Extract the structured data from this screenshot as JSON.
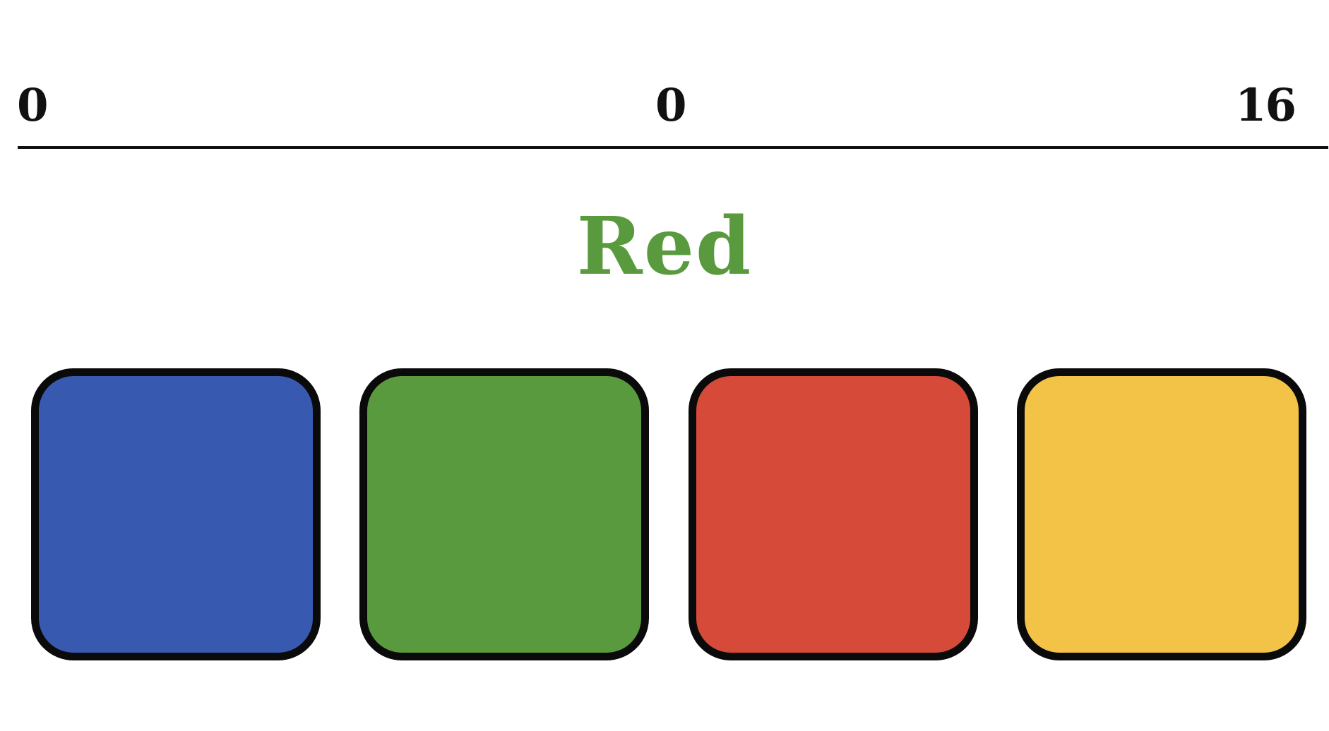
{
  "scoreboard": {
    "left": "0",
    "center": "0",
    "right": "16"
  },
  "prompt": {
    "word": "Red",
    "ink_color": "#5a9a3e"
  },
  "tiles": [
    {
      "color_name": "blue",
      "fill": "#3759b0"
    },
    {
      "color_name": "green",
      "fill": "#5a9a3e"
    },
    {
      "color_name": "red",
      "fill": "#d64a3a"
    },
    {
      "color_name": "yellow",
      "fill": "#f3c348"
    }
  ]
}
